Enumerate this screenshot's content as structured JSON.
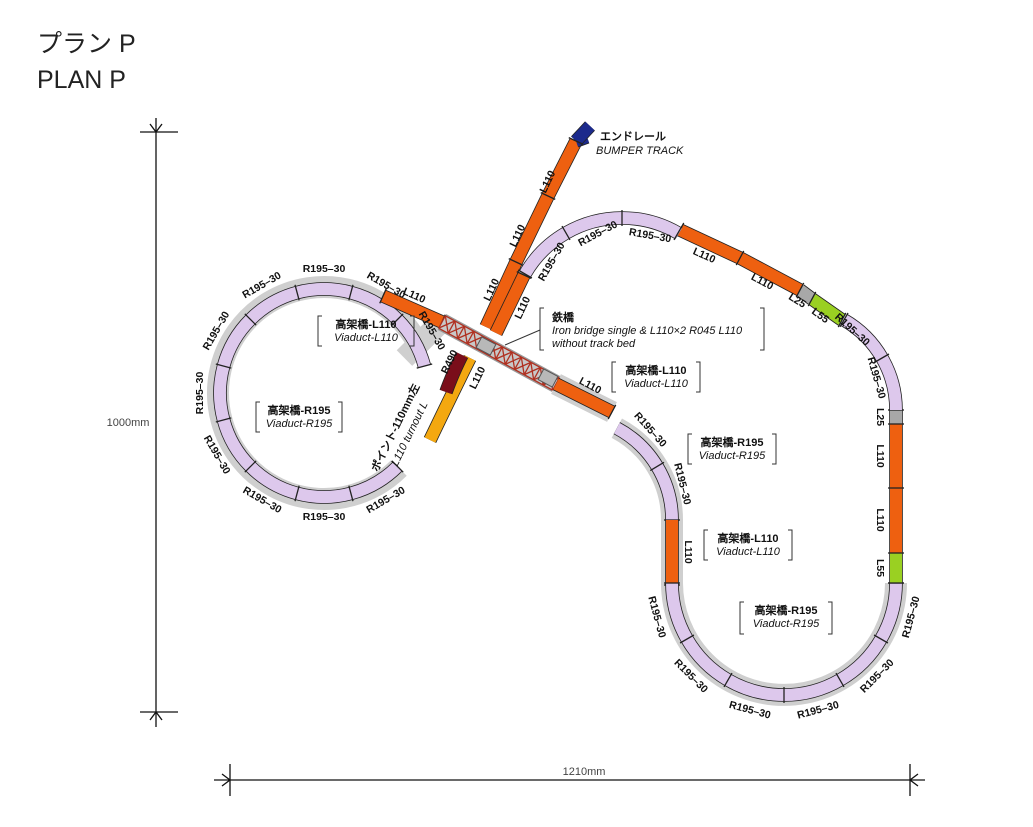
{
  "title": {
    "jp": "プラン P",
    "en": "PLAN P"
  },
  "dimensions": {
    "height": "1000mm",
    "width": "1210mm"
  },
  "colors": {
    "curve_track": "#ddc8ec",
    "straight_track": "#ee6010",
    "short_straight": "#a8a8a8",
    "l55_track": "#9ad022",
    "turnout": "#f4a810",
    "bumper": "#1c2a8c",
    "r490": "#7a0e1a",
    "bridge": "#b03020",
    "viaduct_shadow": "#cfcfcf"
  },
  "labels": {
    "r195": "R195–30",
    "l110": "L110",
    "l25": "L25",
    "l55": "L55",
    "r490": "R490",
    "bumper_jp": "エンドレール",
    "bumper_en": "BUMPER TRACK",
    "bridge_jp": "鉄橋",
    "bridge_en1": "Iron bridge single & L110×2 R045 L110",
    "bridge_en2": "without track bed",
    "turnout_jp": "ポイント-110mm左",
    "turnout_en": "L110 turnout L"
  },
  "captions": [
    {
      "jp": "高架橋-L110",
      "en": "Viaduct-L110"
    },
    {
      "jp": "高架橋-R195",
      "en": "Viaduct-R195"
    },
    {
      "jp": "高架橋-L110",
      "en": "Viaduct-L110"
    },
    {
      "jp": "高架橋-R195",
      "en": "Viaduct-R195"
    },
    {
      "jp": "高架橋-L110",
      "en": "Viaduct-L110"
    },
    {
      "jp": "高架橋-R195",
      "en": "Viaduct-R195"
    }
  ]
}
